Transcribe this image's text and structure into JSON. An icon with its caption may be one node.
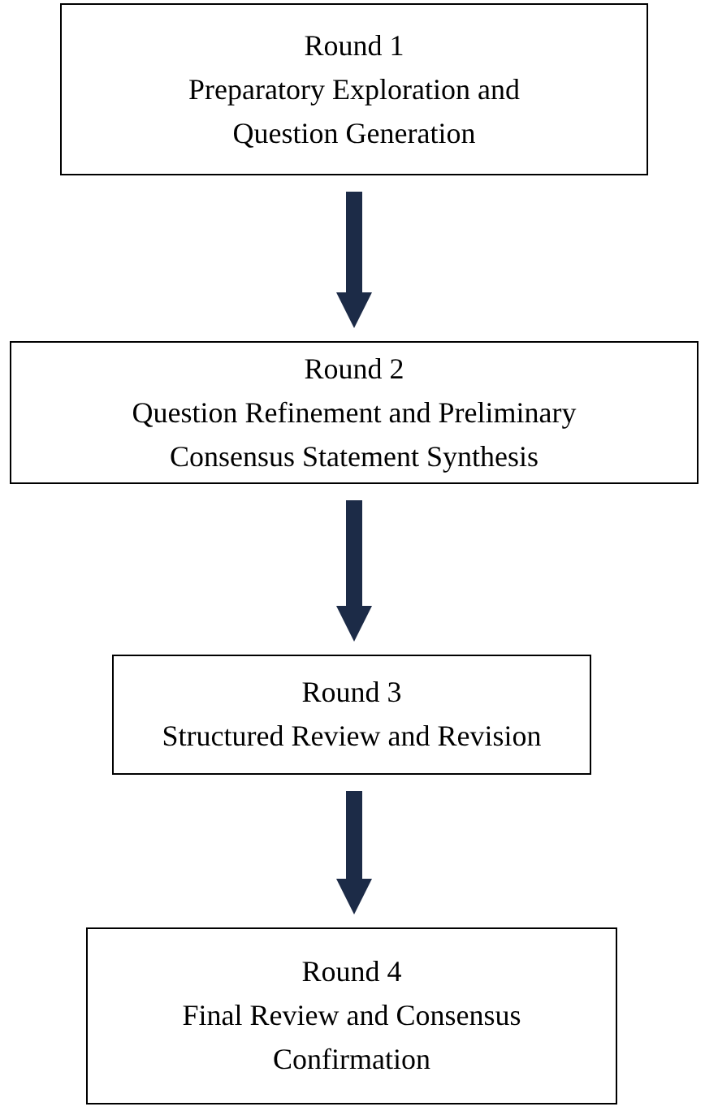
{
  "diagram": {
    "nodes": [
      {
        "text": [
          "Round 1",
          "Preparatory Exploration and Question Generation"
        ]
      },
      {
        "text": [
          "Round 2",
          "Question Refinement and Preliminary Consensus Statement Synthesis"
        ]
      },
      {
        "text": [
          "Round 3",
          "Structured Review and Revision"
        ]
      },
      {
        "text": [
          "Round 4",
          "Final Review and Consensus Confirmation"
        ]
      }
    ],
    "edges": [
      {
        "from": 0,
        "to": 1,
        "arrow": "to"
      },
      {
        "from": 1,
        "to": 2,
        "arrow": "to"
      },
      {
        "from": 2,
        "to": 3,
        "arrow": "to"
      }
    ]
  }
}
